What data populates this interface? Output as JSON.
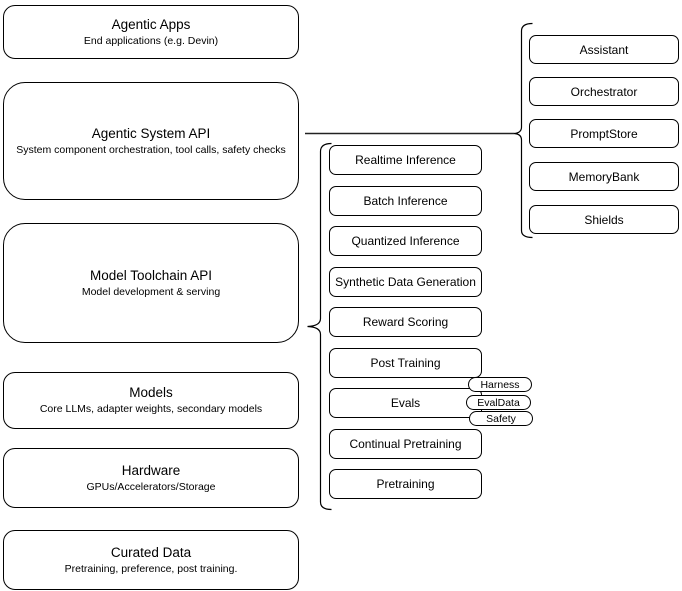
{
  "diagram": {
    "left_column": [
      {
        "title": "Agentic Apps",
        "subtitle": "End applications (e.g. Devin)"
      },
      {
        "title": "Agentic System API",
        "subtitle": "System component orchestration, tool calls, safety checks"
      },
      {
        "title": "Model Toolchain API",
        "subtitle": "Model development & serving"
      },
      {
        "title": "Models",
        "subtitle": "Core LLMs, adapter weights, secondary models"
      },
      {
        "title": "Hardware",
        "subtitle": "GPUs/Accelerators/Storage"
      },
      {
        "title": "Curated Data",
        "subtitle": "Pretraining, preference, post training."
      }
    ],
    "middle_column": [
      "Realtime Inference",
      "Batch Inference",
      "Quantized Inference",
      "Synthetic Data Generation",
      "Reward Scoring",
      "Post Training",
      "Evals",
      "Continual Pretraining",
      "Pretraining"
    ],
    "eval_tags": [
      "Harness",
      "EvalData",
      "Safety"
    ],
    "right_column": [
      "Assistant",
      "Orchestrator",
      "PromptStore",
      "MemoryBank",
      "Shields"
    ],
    "colors": {
      "stroke": "#000000",
      "fill": "#ffffff",
      "text": "#000000",
      "background": "#ffffff"
    }
  }
}
